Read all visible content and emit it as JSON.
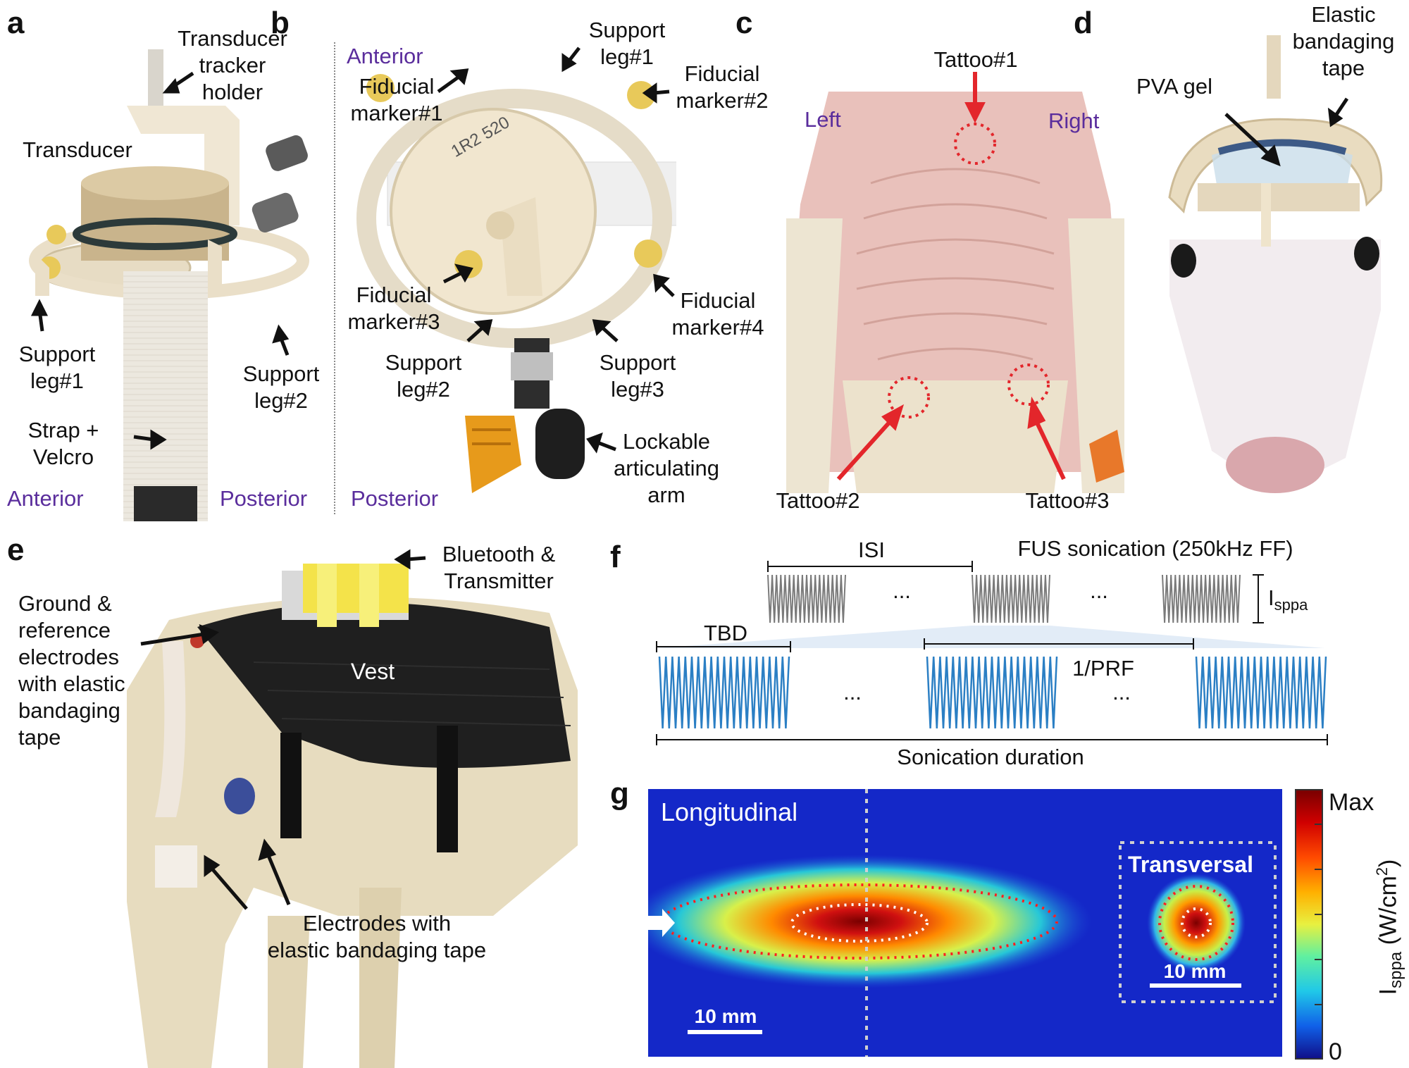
{
  "panels": {
    "a": "a",
    "b": "b",
    "c": "c",
    "d": "d",
    "e": "e",
    "f": "f",
    "g": "g"
  },
  "panel_a": {
    "transducer_tracker_holder": [
      "Transducer",
      "tracker",
      "holder"
    ],
    "transducer": "Transducer",
    "support_leg_1": [
      "Support",
      "leg#1"
    ],
    "support_leg_2": [
      "Support",
      "leg#2"
    ],
    "strap_velcro": [
      "Strap +",
      "Velcro"
    ],
    "anterior": "Anterior",
    "posterior": "Posterior"
  },
  "panel_b": {
    "anterior": "Anterior",
    "posterior": "Posterior",
    "support_leg_1": [
      "Support",
      "leg#1"
    ],
    "fiducial_1": [
      "Fiducial",
      "marker#1"
    ],
    "fiducial_2": [
      "Fiducial",
      "marker#2"
    ],
    "fiducial_3": [
      "Fiducial",
      "marker#3"
    ],
    "fiducial_4": [
      "Fiducial",
      "marker#4"
    ],
    "support_leg_2": [
      "Support",
      "leg#2"
    ],
    "support_leg_3": [
      "Support",
      "leg#3"
    ],
    "arm": [
      "Lockable",
      "articulating",
      "arm"
    ],
    "cap_text": "1R2 520"
  },
  "panel_c": {
    "tattoo_1": "Tattoo#1",
    "tattoo_2": "Tattoo#2",
    "tattoo_3": "Tattoo#3",
    "left": "Left",
    "right": "Right"
  },
  "panel_d": {
    "pva_gel": "PVA gel",
    "tape": [
      "Elastic",
      "bandaging",
      "tape"
    ]
  },
  "panel_e": {
    "bluetooth": [
      "Bluetooth &",
      "Transmitter"
    ],
    "ground": [
      "Ground &",
      "reference",
      "electrodes",
      "with elastic",
      "bandaging",
      "tape"
    ],
    "vest": "Vest",
    "electrodes": [
      "Electrodes with",
      "elastic bandaging tape"
    ]
  },
  "panel_f": {
    "isi": "ISI",
    "fus": "FUS sonication (250kHz FF)",
    "isppa_main": "I",
    "isppa_sub": "sppa",
    "tbd": "TBD",
    "prf": "1/PRF",
    "duration": "Sonication duration",
    "ellipsis": "..."
  },
  "panel_g": {
    "longitudinal": "Longitudinal",
    "transversal": "Transversal",
    "scale_main": "10 mm",
    "scale_inset": "10 mm",
    "cb_max": "Max",
    "cb_min": "0",
    "cb_label_main": "I",
    "cb_label_sub": "sppa",
    "cb_label_unit": " (W/cm",
    "cb_label_sup": "2",
    "cb_label_end": ")"
  },
  "colors": {
    "purple_label": "#5a2d9c",
    "red_arrow": "#e3262b",
    "waveform_blue": "#2b7fc4",
    "waveform_gray": "#7a7a7a",
    "heatmap_bg": "#1428c8"
  }
}
